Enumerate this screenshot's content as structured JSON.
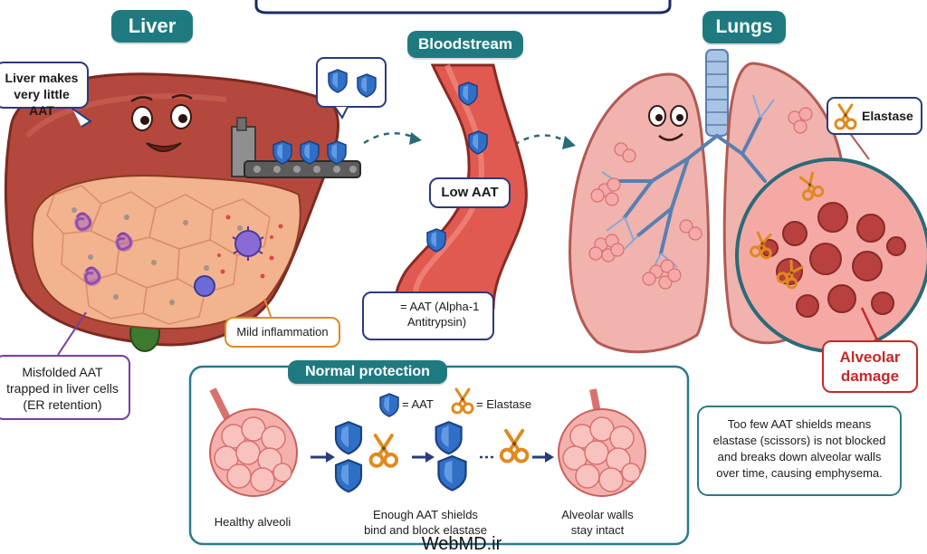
{
  "sections": {
    "liver": "Liver",
    "bloodstream": "Bloodstream",
    "lungs": "Lungs"
  },
  "callouts": {
    "liver_makes_line1": "Liver makes",
    "liver_makes_line2": "very little AAT",
    "misfolded_line1": "Misfolded AAT",
    "misfolded_line2": "trapped in liver cells",
    "misfolded_line3": "(ER retention)",
    "mild_inflammation": "Mild inflammation",
    "low_aat": "Low AAT",
    "legend_aat_line1": "= AAT (Alpha-1",
    "legend_aat_line2": "Antitrypsin)",
    "elastase": "Elastase",
    "alveolar_damage_line1": "Alveolar",
    "alveolar_damage_line2": "damage"
  },
  "normal_protection": {
    "title": "Normal protection",
    "legend_aat": "= AAT",
    "legend_elastase": "= Elastase",
    "healthy_alveoli": "Healthy alveoli",
    "enough_line1": "Enough AAT shields",
    "enough_line2": "bind and block elastase",
    "intact_line1": "Alveolar walls",
    "intact_line2": "stay intact"
  },
  "summary": {
    "line1": "Too few AAT shields means",
    "line2": "elastase (scissors) is not blocked",
    "line3": "and breaks down alveolar walls",
    "line4": "over time, causing emphysema."
  },
  "watermark": "WebMD.ir",
  "colors": {
    "teal": "#1f7a80",
    "navy": "#2b3a7a",
    "liver": "#b5483c",
    "lung": "#f0b3ad",
    "shield": "#2f6fc6",
    "scissors": "#e08a1e",
    "damage_red": "#c62828"
  }
}
